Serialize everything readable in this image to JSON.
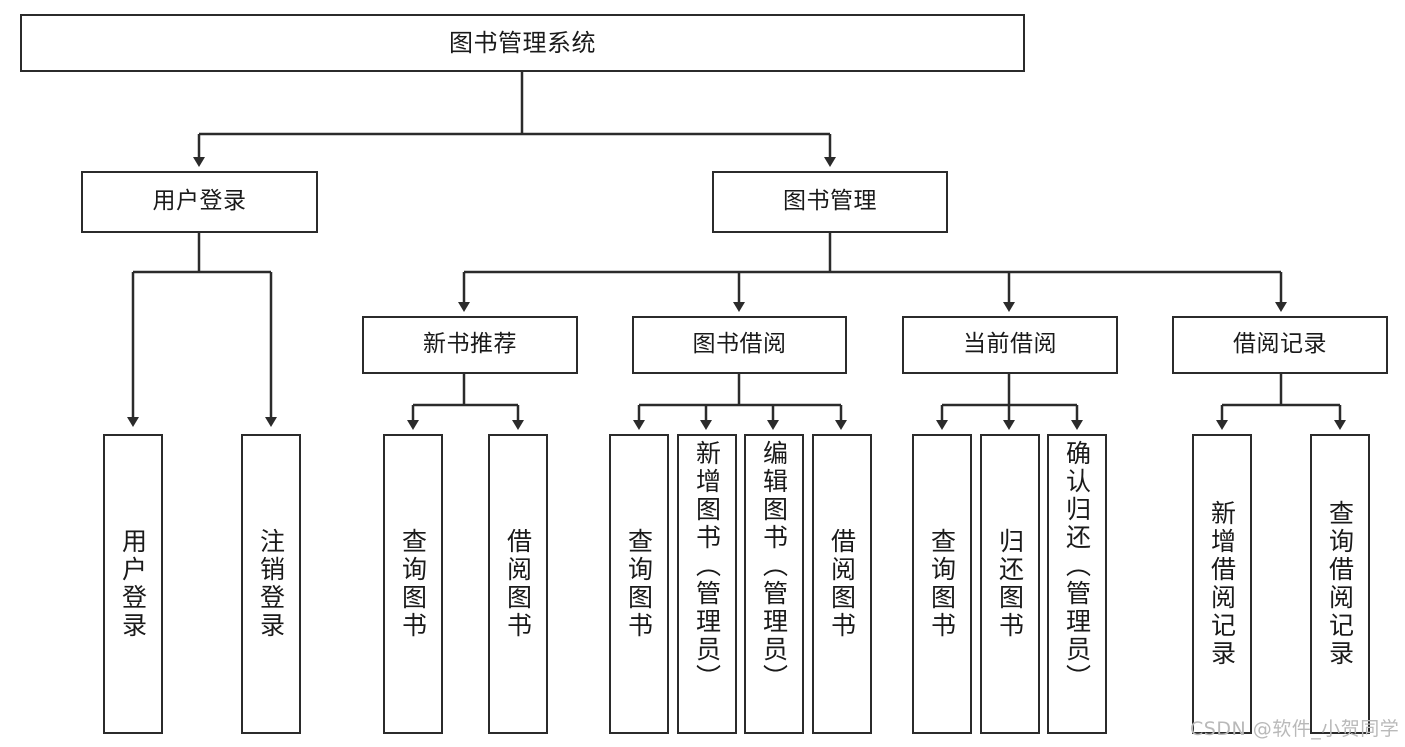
{
  "diagram": {
    "type": "hierarchy-tree",
    "title": "图书管理系统",
    "nodes": {
      "root": {
        "label": "图书管理系统"
      },
      "level2": [
        {
          "id": "user-login",
          "label": "用户登录"
        },
        {
          "id": "book-management",
          "label": "图书管理"
        }
      ],
      "level3": [
        {
          "id": "new-book-recommend",
          "label": "新书推荐"
        },
        {
          "id": "book-borrow",
          "label": "图书借阅"
        },
        {
          "id": "current-borrow",
          "label": "当前借阅"
        },
        {
          "id": "borrow-record",
          "label": "借阅记录"
        }
      ],
      "leaves": {
        "user_login": [
          {
            "id": "leaf-user-login",
            "label": "用户登录"
          },
          {
            "id": "leaf-logout-login",
            "label": "注销登录"
          }
        ],
        "new_book_recommend": [
          {
            "id": "leaf-query-book-1",
            "label": "查询图书"
          },
          {
            "id": "leaf-borrow-book-1",
            "label": "借阅图书"
          }
        ],
        "book_borrow": [
          {
            "id": "leaf-query-book-2",
            "label": "查询图书"
          },
          {
            "id": "leaf-add-book",
            "label": "新增图书（管理员）"
          },
          {
            "id": "leaf-edit-book",
            "label": "编辑图书（管理员）"
          },
          {
            "id": "leaf-borrow-book-2",
            "label": "借阅图书"
          }
        ],
        "current_borrow": [
          {
            "id": "leaf-query-book-3",
            "label": "查询图书"
          },
          {
            "id": "leaf-return-book",
            "label": "归还图书"
          },
          {
            "id": "leaf-confirm-return",
            "label": "确认归还（管理员）"
          }
        ],
        "borrow_record": [
          {
            "id": "leaf-add-record",
            "label": "新增借阅记录"
          },
          {
            "id": "leaf-query-record",
            "label": "查询借阅记录"
          }
        ]
      }
    },
    "colors": {
      "border": "#2b2b2b",
      "background": "#ffffff",
      "text": "#1a1a1a",
      "edge": "#2b2b2b",
      "watermark": "#b9b9b9"
    }
  },
  "watermark": {
    "text": "CSDN @软件_小贺同学"
  }
}
